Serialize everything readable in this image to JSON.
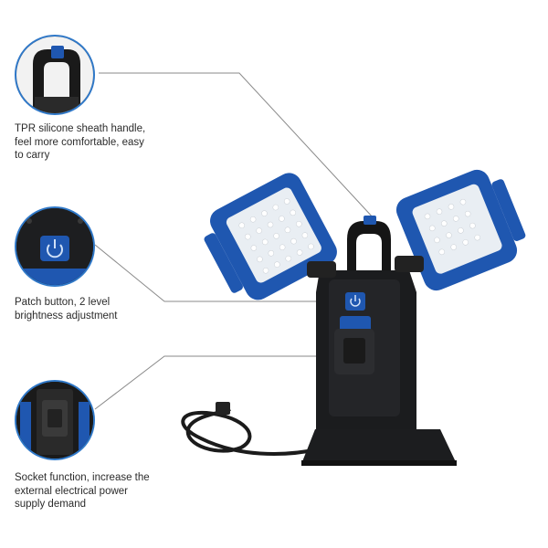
{
  "features": [
    {
      "id": "handle",
      "text": "TPR silicone sheath handle, feel more comfortable, easy to carry",
      "icon": "handle-closeup"
    },
    {
      "id": "button",
      "text": "Patch button, 2 level brightness adjustment",
      "icon": "power-button-closeup"
    },
    {
      "id": "socket",
      "text": "Socket function, increase the external electrical power supply demand",
      "icon": "socket-closeup"
    }
  ],
  "colors": {
    "accent_blue": "#1f57b0",
    "ring_blue": "#2f78c8",
    "body_black": "#1b1c1e",
    "line_gray": "#8a8a8a"
  }
}
